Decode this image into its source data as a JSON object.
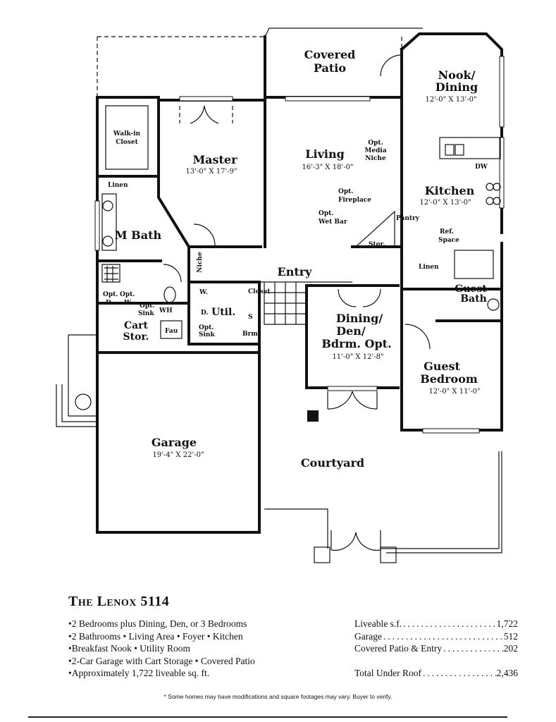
{
  "rooms": {
    "covered_patio": [
      "Covered",
      "Patio"
    ],
    "nook": {
      "name": [
        "Nook/",
        "Dining"
      ],
      "dim": "12'-0\" X 13'-0\""
    },
    "walkin": [
      "Walk-in",
      "Closet"
    ],
    "master": {
      "name": "Master",
      "dim": "13'-0\" X 17'-9\""
    },
    "living": {
      "name": "Living",
      "dim": "16'-3\" X 18'-0\""
    },
    "media": [
      "Opt.",
      "Media",
      "Niche"
    ],
    "kitchen": {
      "name": "Kitchen",
      "dim": "12'-0\" X 13'-0\""
    },
    "dw": "DW",
    "linen1": "Linen",
    "fireplace": [
      "Opt.",
      "Fireplace"
    ],
    "wetbar": [
      "Opt.",
      "Wet Bar"
    ],
    "pantry": "Pantry",
    "ref": [
      "Ref.",
      "Space"
    ],
    "mbath": "M Bath",
    "stor": "Stor.",
    "niche": "Niche",
    "entry": "Entry",
    "linen2": "Linen",
    "guest_bath": [
      "Guest",
      "Bath"
    ],
    "closet": "Closet",
    "opt_d": [
      "Opt.",
      "D."
    ],
    "opt_w": [
      "Opt.",
      "W."
    ],
    "opt_sink1": [
      "Opt.",
      "Sink"
    ],
    "wh": "WH",
    "w": "W.",
    "d": "D.",
    "util": "Util.",
    "s": "S",
    "cart": [
      "Cart",
      "Stor."
    ],
    "fau": "Fau",
    "opt_sink2": [
      "Opt.",
      "Sink"
    ],
    "brm": "Brm",
    "dining": {
      "name": [
        "Dining/",
        "Den/",
        "Bdrm. Opt."
      ],
      "dim": "11'-0\" X 12'-8\""
    },
    "guest_bedroom": {
      "name": [
        "Guest",
        "Bedroom"
      ],
      "dim": "12'-0\" X 11'-0\""
    },
    "garage": {
      "name": "Garage",
      "dim": "19'-4\" X 22'-0\""
    },
    "courtyard": "Courtyard"
  },
  "title": "The Lenox 5114",
  "features": [
    "2 Bedrooms plus Dining, Den, or 3 Bedrooms",
    "2 Bathrooms • Living Area • Foyer • Kitchen",
    "Breakfast Nook • Utility Room",
    "2-Car Garage with Cart Storage • Covered Patio",
    "Approximately 1,722 liveable sq. ft."
  ],
  "stats": [
    {
      "label": "Liveable s.f.",
      "value": "1,722"
    },
    {
      "label": "Garage",
      "value": "512"
    },
    {
      "label": "Covered Patio & Entry",
      "value": "202"
    }
  ],
  "total": {
    "label": "Total Under Roof",
    "value": "2,436"
  },
  "note": "* Some homes may have modifications and square footages may vary. Buyer to verify."
}
